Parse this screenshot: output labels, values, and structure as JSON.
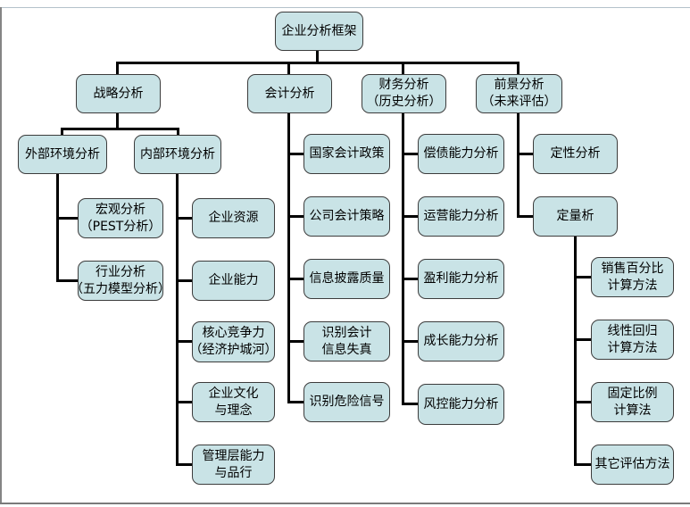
{
  "diagram_title": "企业分析框架",
  "style": {
    "node_fill": "#c9e3e6",
    "node_border": "#3c3c3c",
    "connector_color": "#000000",
    "frame_gray": "#858585",
    "frame_light": "#b4c2cb"
  },
  "tree": {
    "label": "企业分析框架",
    "children": [
      {
        "label": "战略分析",
        "children": [
          {
            "label": "外部环境分析",
            "children": [
              {
                "label": "宏观分析\n（PEST分析）"
              },
              {
                "label": "行业分析\n（五力模型分析）"
              }
            ]
          },
          {
            "label": "内部环境分析",
            "children": [
              {
                "label": "企业资源"
              },
              {
                "label": "企业能力"
              },
              {
                "label": "核心竞争力\n（经济护城河）"
              },
              {
                "label": "企业文化\n与理念"
              },
              {
                "label": "管理层能力\n与品行"
              }
            ]
          }
        ]
      },
      {
        "label": "会计分析",
        "children": [
          {
            "label": "国家会计政策"
          },
          {
            "label": "公司会计策略"
          },
          {
            "label": "信息披露质量"
          },
          {
            "label": "识别会计\n信息失真"
          },
          {
            "label": "识别危险信号"
          }
        ]
      },
      {
        "label": "财务分析\n（历史分析）",
        "children": [
          {
            "label": "偿债能力分析"
          },
          {
            "label": "运营能力分析"
          },
          {
            "label": "盈利能力分析"
          },
          {
            "label": "成长能力分析"
          },
          {
            "label": "风控能力分析"
          }
        ]
      },
      {
        "label": "前景分析\n（未来评估）",
        "children": [
          {
            "label": "定性分析"
          },
          {
            "label": "定量析",
            "children": [
              {
                "label": "销售百分比\n计算方法"
              },
              {
                "label": "线性回归\n计算方法"
              },
              {
                "label": "固定比例\n计算法"
              },
              {
                "label": "其它评估方法"
              }
            ]
          }
        ]
      }
    ]
  }
}
